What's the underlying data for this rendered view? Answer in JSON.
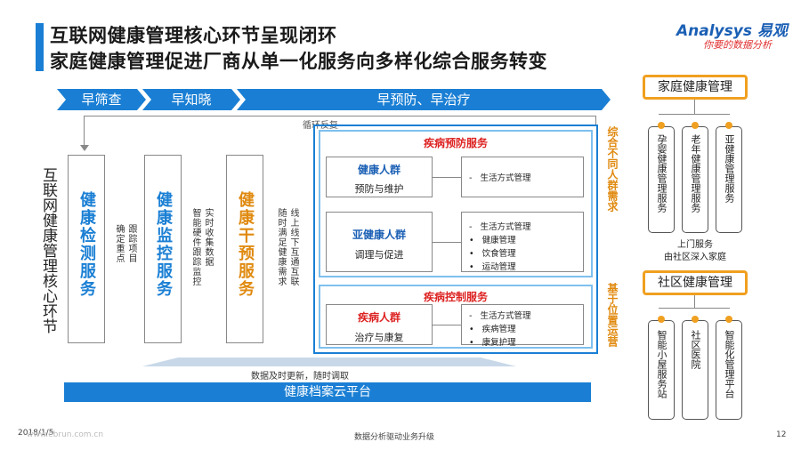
{
  "title": {
    "line1": "互联网健康管理核心环节呈现闭环",
    "line2": "家庭健康管理促进厂商从单一化服务向多样化综合服务转变"
  },
  "logo": {
    "brand": "Analysys 易观",
    "slogan": "你要的数据分析"
  },
  "stages": [
    "早筛查",
    "早知晓",
    "早预防、早治疗"
  ],
  "cycle_label": "循环反复",
  "left_label": "互联网健康管理核心环节",
  "columns": {
    "detect": "健康检测服务",
    "monitor": "健康监控服务",
    "intervene": "健康干预服务"
  },
  "notes": {
    "detect": [
      "确定重点",
      "跟踪项目"
    ],
    "monitor": [
      "智能硬件跟踪监控",
      "实时收集数据"
    ],
    "intervene_a": "随时满足健康需求",
    "intervene_b": "线上线下互通互联"
  },
  "prevention": {
    "title": "疾病预防服务",
    "groups": [
      {
        "name": "健康人群",
        "desc": "预防与维护",
        "items": [
          "生活方式管理"
        ]
      },
      {
        "name": "亚健康人群",
        "desc": "调理与促进",
        "items": [
          "生活方式管理",
          "健康管理",
          "饮食管理",
          "运动管理"
        ]
      }
    ]
  },
  "control": {
    "title": "疾病控制服务",
    "groups": [
      {
        "name": "疾病人群",
        "desc": "治疗与康复",
        "items": [
          "生活方式管理",
          "疾病管理",
          "康复护理"
        ]
      }
    ]
  },
  "side_labels": {
    "top": "综合不同人群需求",
    "bottom": "基于位置运营"
  },
  "family": {
    "title": "家庭健康管理",
    "cards": [
      "孕婴健康管理服务",
      "老年健康管理服务",
      "亚健康管理服务"
    ]
  },
  "link_note": {
    "line1": "上门服务",
    "line2": "由社区深入家庭"
  },
  "community": {
    "title": "社区健康管理",
    "cards": [
      "智能小屋服务站",
      "社区医院",
      "智能化管理平台"
    ]
  },
  "update_note": "数据及时更新，随时调取",
  "platform": "健康档案云平台",
  "footer": {
    "date": "2018/1/5",
    "center": "数据分析驱动业务升级",
    "page": "12",
    "watermark": "www.ebrun.com.cn"
  }
}
